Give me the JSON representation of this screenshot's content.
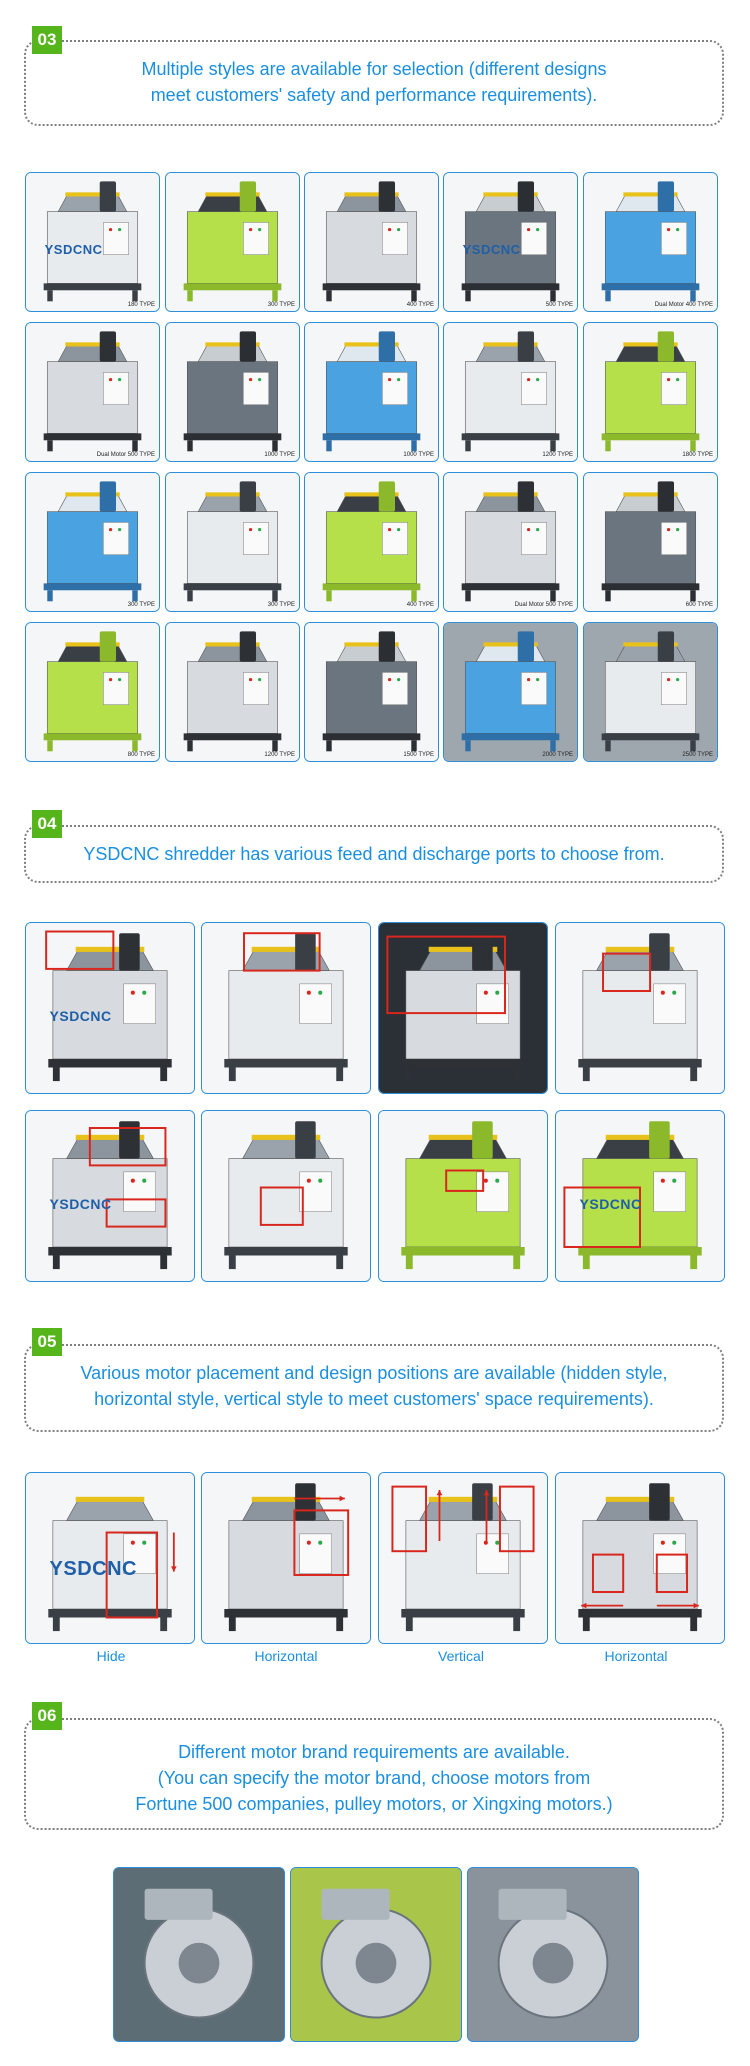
{
  "sections": [
    {
      "number": "03",
      "lines": [
        "Multiple styles are available for selection (different designs",
        "meet customers' safety and performance requirements)."
      ]
    },
    {
      "number": "04",
      "lines": [
        "YSDCNC shredder has various feed and discharge ports to choose from."
      ]
    },
    {
      "number": "05",
      "lines": [
        "Various motor placement and design positions are available (hidden style,",
        "horizontal style, vertical style to meet customers' space requirements)."
      ]
    },
    {
      "number": "06",
      "lines": [
        "Different motor brand requirements are available.",
        "(You can specify the motor brand, choose motors from",
        "Fortune 500 companies, pulley motors, or Xingxing motors.)"
      ]
    }
  ],
  "styles_grid": [
    "180 TYPE",
    "300 TYPE",
    "400 TYPE",
    "500 TYPE",
    "Dual Motor 400 TYPE",
    "Dual Motor 500 TYPE",
    "1000 TYPE",
    "1000 TYPE",
    "1200 TYPE",
    "1800 TYPE",
    "300 TYPE",
    "300 TYPE",
    "400 TYPE",
    "Dual Motor 500 TYPE",
    "600 TYPE",
    "800 TYPE",
    "1200 TYPE",
    "1500 TYPE",
    "2000 TYPE",
    "2500 TYPE"
  ],
  "brand_logo_text": "YSDCNC",
  "motor_captions": [
    "Hide",
    "Horizontal",
    "Vertical",
    "Horizontal"
  ],
  "colors": {
    "accent": "#1a8fe0",
    "badge": "#55b51b",
    "border": "#2e8fd8",
    "highlight": "#d9261c"
  }
}
